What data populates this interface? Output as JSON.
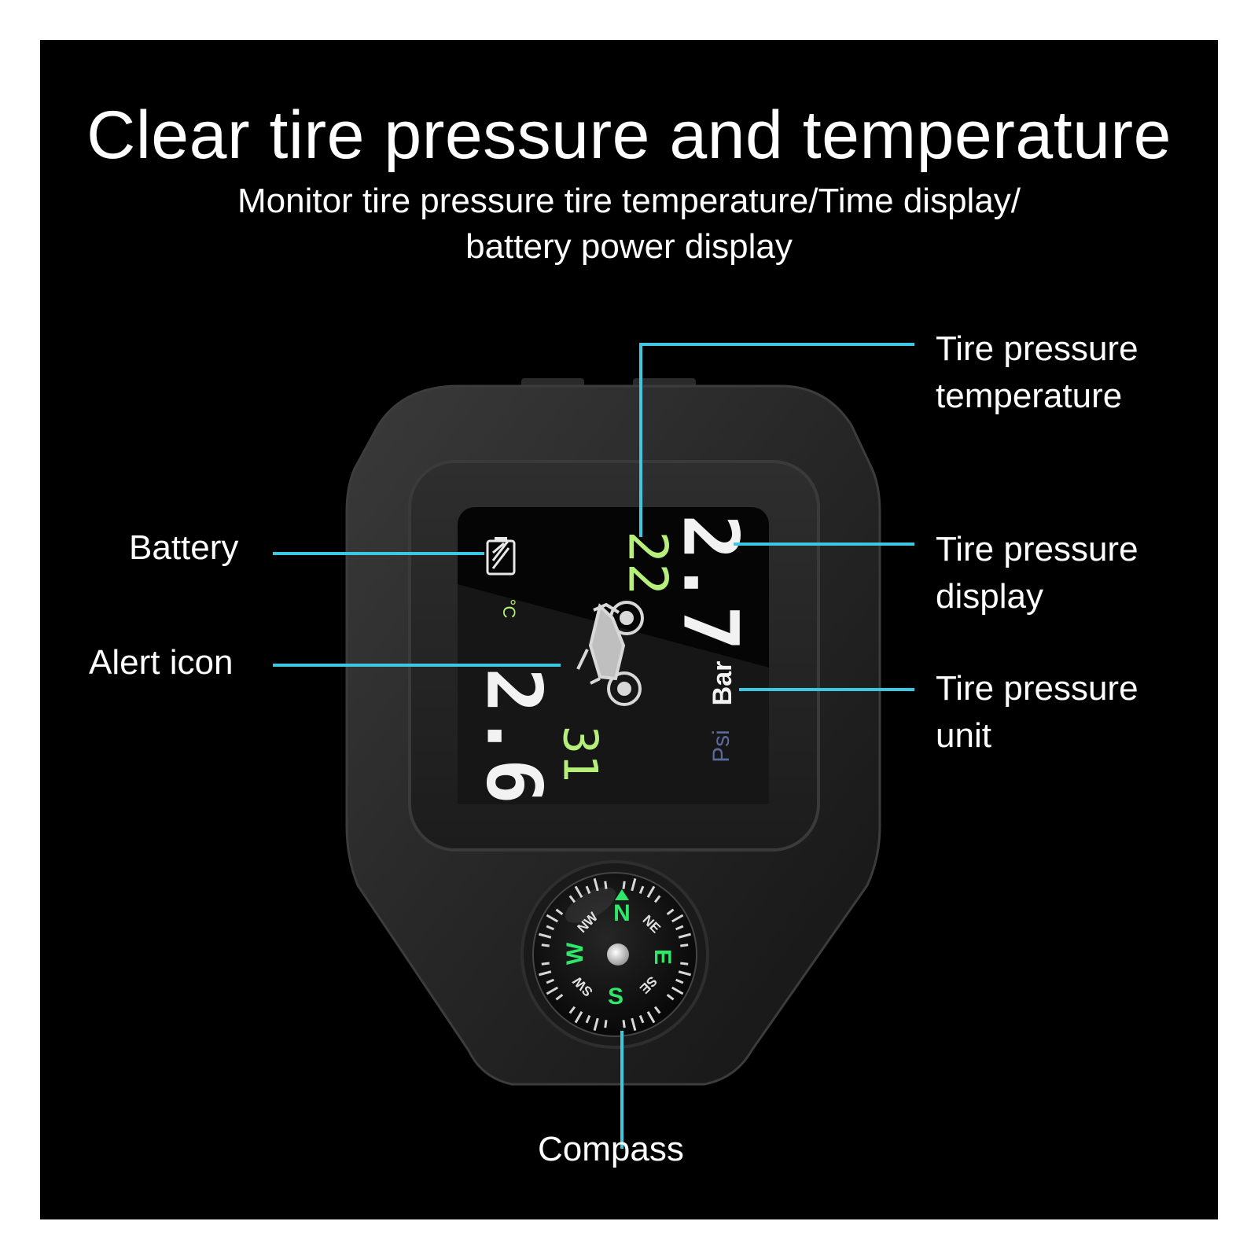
{
  "heading": {
    "title": "Clear tire pressure and temperature",
    "subtitle_line1": "Monitor tire pressure tire temperature/Time display/",
    "subtitle_line2": "battery power display"
  },
  "callouts": {
    "tire_pressure_temperature": [
      "Tire pressure",
      "temperature"
    ],
    "battery": "Battery",
    "tire_pressure_display": [
      "Tire pressure",
      "display"
    ],
    "alert_icon": "Alert icon",
    "tire_pressure_unit": [
      "Tire pressure",
      "unit"
    ],
    "compass": "Compass"
  },
  "lcd": {
    "temperature_unit": "°C",
    "unit_bar": "Bar",
    "unit_psi": "Psi",
    "front_pressure": "2.7",
    "front_temperature": "22",
    "rear_pressure": "2.6",
    "rear_temperature": "31"
  },
  "compass": {
    "cardinal": [
      "N",
      "E",
      "S",
      "W"
    ],
    "intercardinal": [
      "NE",
      "SE",
      "SW",
      "NW"
    ]
  },
  "colors": {
    "background": "#000000",
    "leader_line": "#3ec7e0",
    "lcd_green": "#b6f07a",
    "lcd_white": "#f2f2f2",
    "compass_green": "#2ee86a"
  }
}
